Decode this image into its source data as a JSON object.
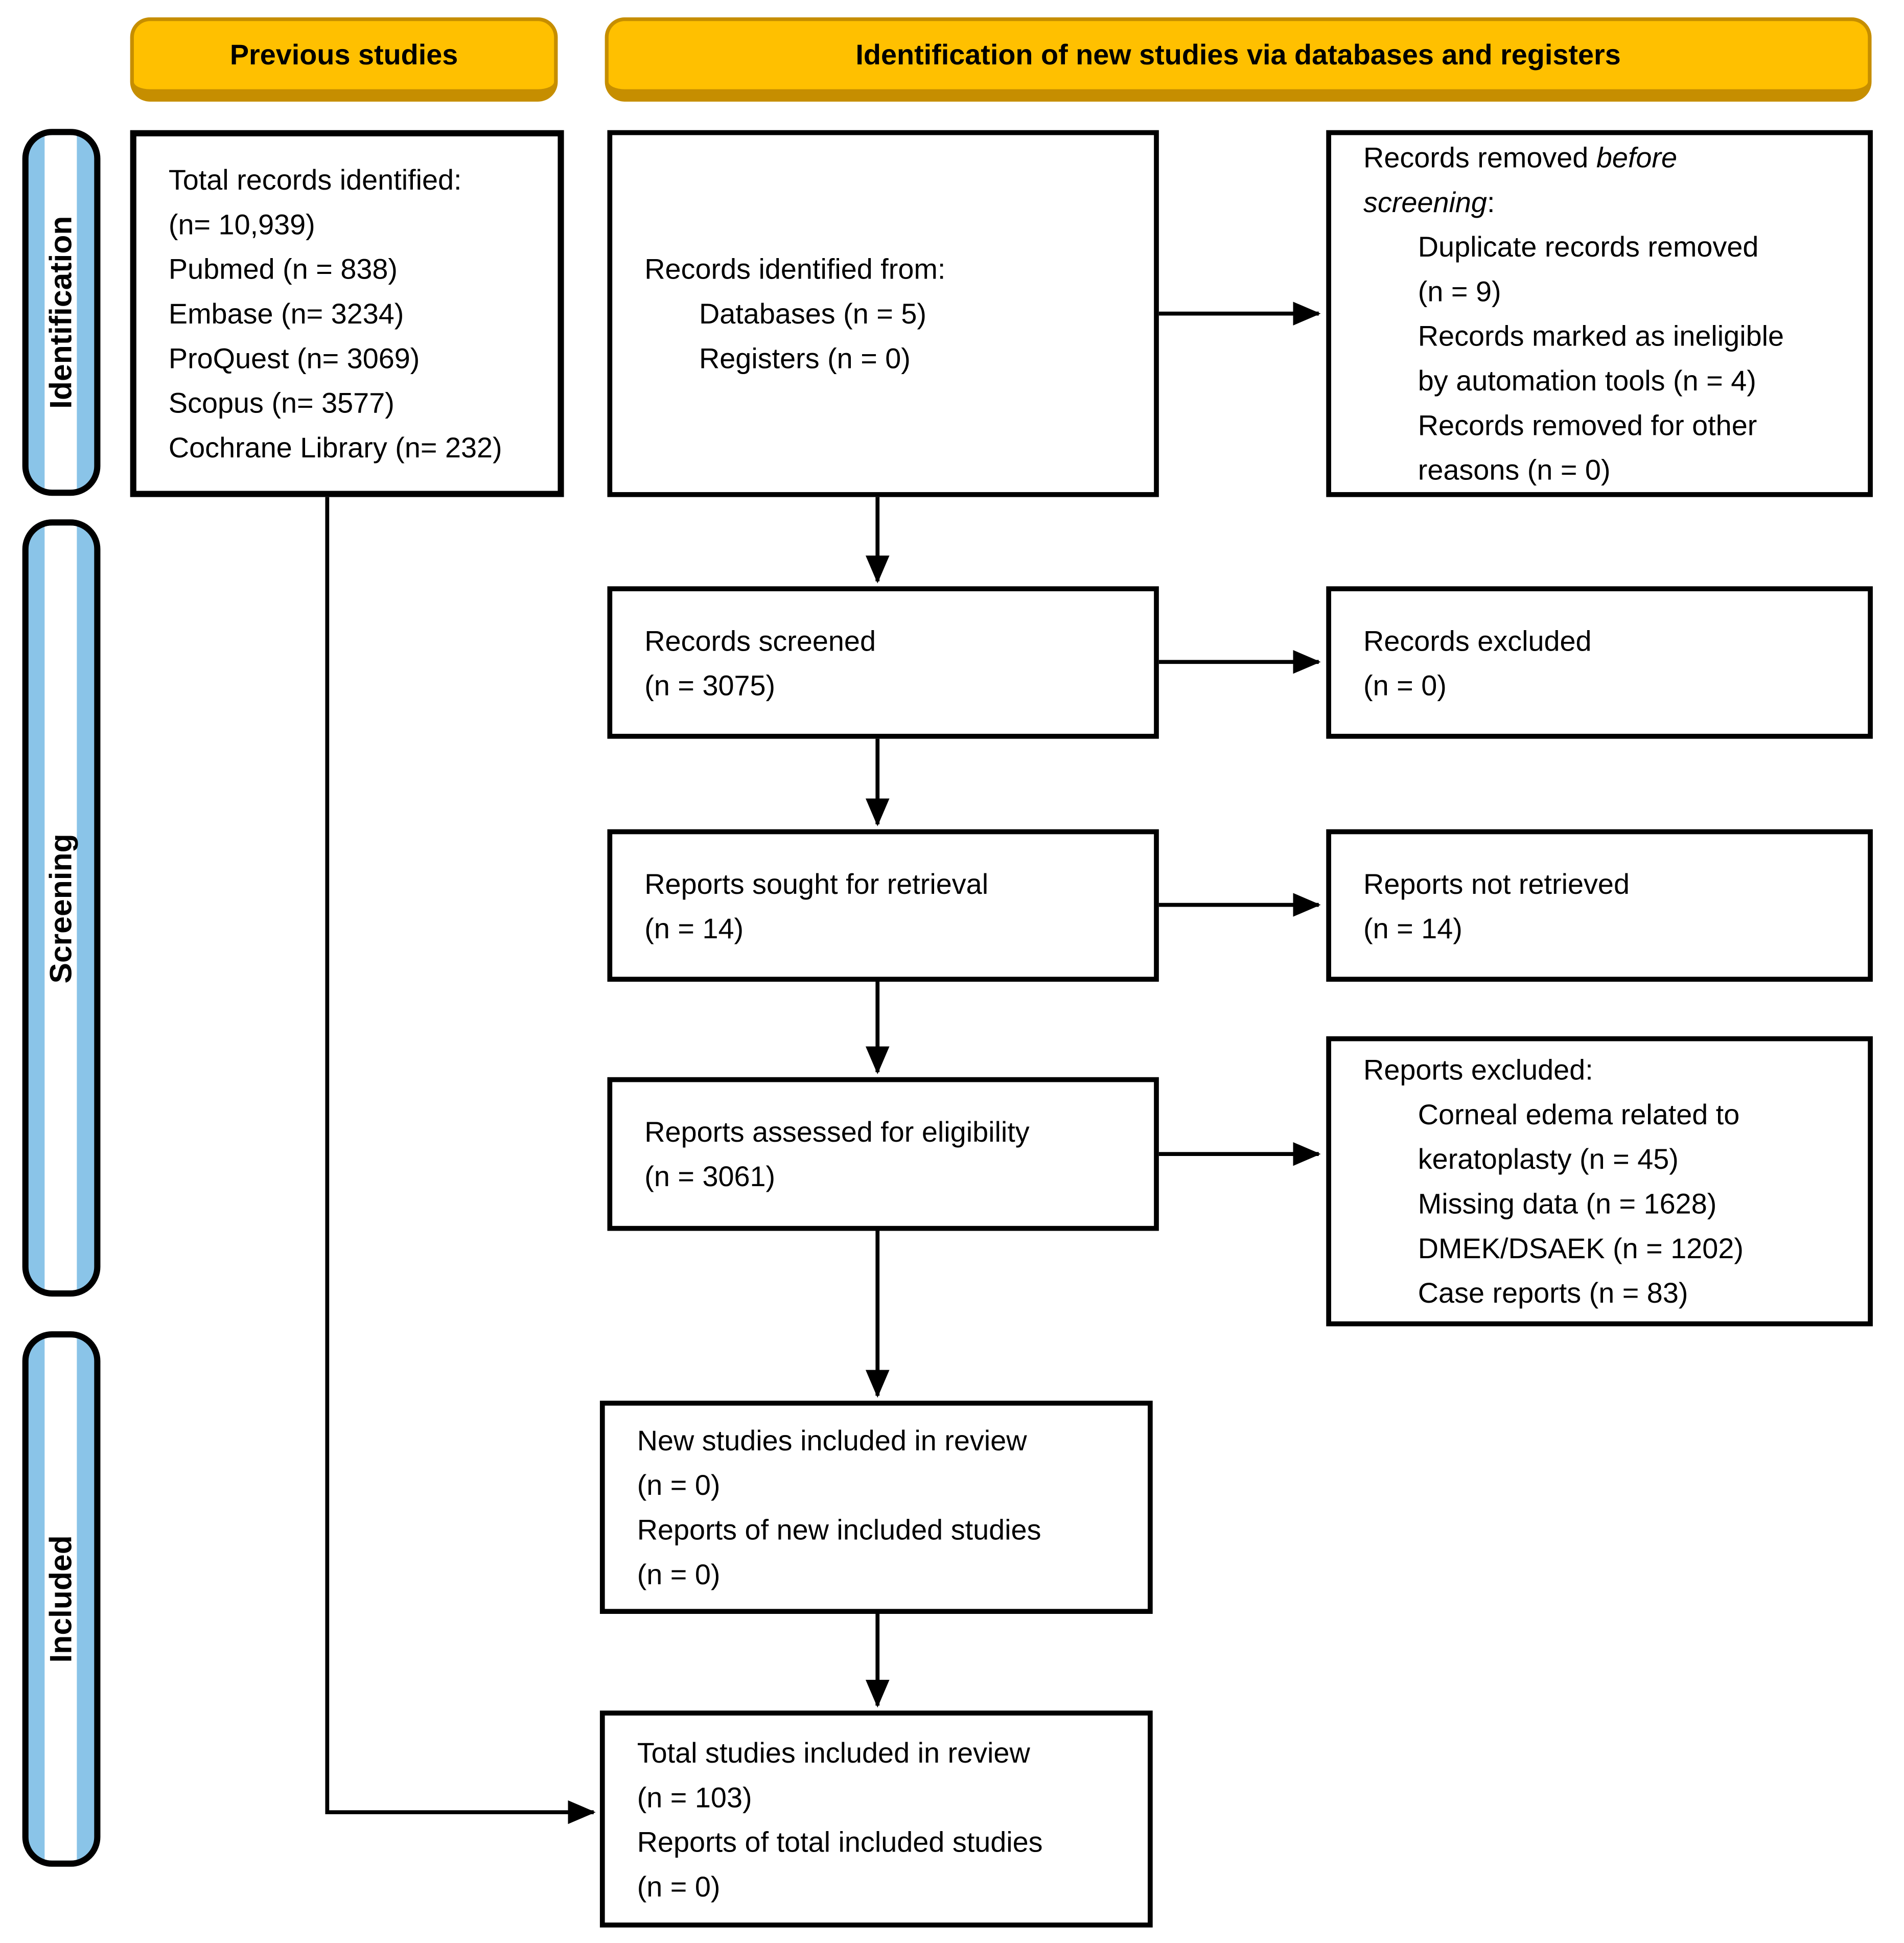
{
  "headers": {
    "previous_studies": "Previous studies",
    "identification_new": "Identification of new studies via databases and registers"
  },
  "sidebar": {
    "identification": "Identification",
    "screening": "Screening",
    "included": "Included"
  },
  "colors": {
    "header_fill": "#FFC000",
    "header_border": "#C68E00",
    "sidebar_fill": "#8AC4E8",
    "box_border": "#000000",
    "arrow": "#000000"
  },
  "boxes": {
    "total_records": {
      "lines": [
        "Total records identified:",
        "(n= 10,939)",
        "Pubmed (n = 838)",
        "Embase (n= 3234)",
        "ProQuest (n= 3069)",
        "Scopus (n= 3577)",
        "Cochrane Library (n= 232)"
      ]
    },
    "records_identified": {
      "lines": [
        "Records identified from:",
        {
          "indent": true,
          "text": "Databases (n = 5)"
        },
        {
          "indent": true,
          "text": "Registers (n = 0)"
        }
      ]
    },
    "records_removed": {
      "lines": [
        {
          "runs": [
            {
              "t": "Records removed "
            },
            {
              "t": "before",
              "i": true
            }
          ]
        },
        {
          "runs": [
            {
              "t": "screening",
              "i": true
            },
            {
              "t": ":"
            }
          ]
        },
        {
          "indent": true,
          "text": "Duplicate records removed"
        },
        {
          "indent": true,
          "text": "(n = 9)"
        },
        {
          "indent": true,
          "text": "Records marked as ineligible"
        },
        {
          "indent": true,
          "text": "by automation tools (n = 4)"
        },
        {
          "indent": true,
          "text": "Records removed for other"
        },
        {
          "indent": true,
          "text": "reasons (n = 0)"
        }
      ]
    },
    "records_screened": {
      "lines": [
        "Records screened",
        "(n = 3075)"
      ]
    },
    "records_excluded": {
      "lines": [
        "Records excluded",
        "(n = 0)"
      ]
    },
    "reports_sought": {
      "lines": [
        "Reports sought for retrieval",
        "(n = 14)"
      ]
    },
    "reports_not_retrieved": {
      "lines": [
        "Reports not retrieved",
        "(n = 14)"
      ]
    },
    "reports_assessed": {
      "lines": [
        "Reports assessed for eligibility",
        "(n = 3061)"
      ]
    },
    "reports_excluded": {
      "lines": [
        "Reports excluded:",
        {
          "indent": true,
          "text": "Corneal edema related to"
        },
        {
          "indent": true,
          "text": "keratoplasty (n = 45)"
        },
        {
          "indent": true,
          "text": "Missing data (n = 1628)"
        },
        {
          "indent": true,
          "text": "DMEK/DSAEK (n = 1202)"
        },
        {
          "indent": true,
          "text": "Case reports (n = 83)"
        }
      ]
    },
    "new_studies": {
      "lines": [
        "New studies included in review",
        "(n = 0)",
        "Reports of new included studies",
        "(n = 0)"
      ]
    },
    "total_studies": {
      "lines": [
        "Total studies included in review",
        "(n = 103)",
        "Reports of total included studies",
        "(n = 0)"
      ]
    }
  }
}
